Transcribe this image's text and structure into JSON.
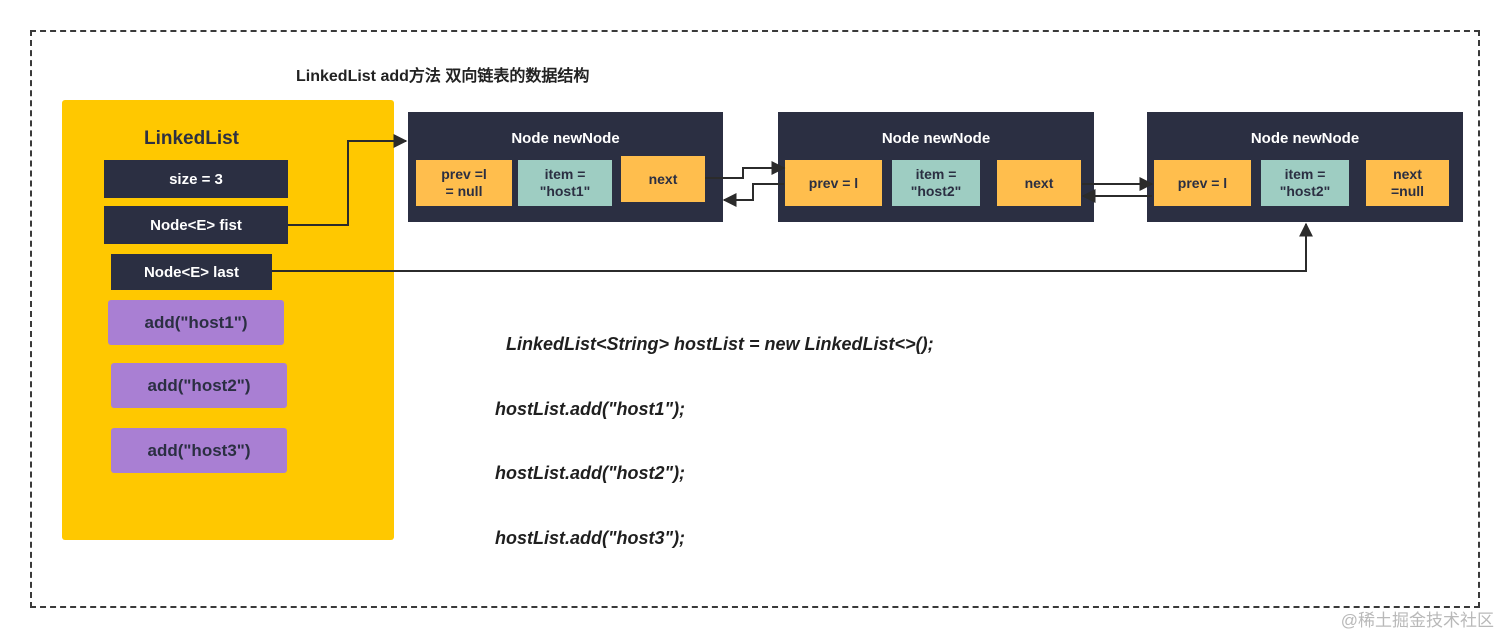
{
  "title": "LinkedList add方法  双向链表的数据结构",
  "linked_list": {
    "label": "LinkedList",
    "fields": [
      "size = 3",
      "Node<E> fist",
      "Node<E> last"
    ],
    "methods": [
      "add(\"host1\")",
      "add(\"host2\")",
      "add(\"host3\")"
    ]
  },
  "nodes": [
    {
      "title": "Node newNode",
      "prev": "prev =l\n= null",
      "item": "item =\n\"host1\"",
      "next": "next"
    },
    {
      "title": "Node newNode",
      "prev": "prev = l",
      "item": "item =\n\"host2\"",
      "next": "next"
    },
    {
      "title": "Node newNode",
      "prev": "prev = l",
      "item": "item =\n\"host2\"",
      "next": "next\n=null"
    }
  ],
  "code": [
    "LinkedList<String> hostList = new LinkedList<>();",
    "hostList.add(\"host1\");",
    "hostList.add(\"host2\");",
    "hostList.add(\"host3\");"
  ],
  "watermark": "@稀土掘金技术社区",
  "colors": {
    "panel": "#ffc800",
    "dark": "#2b2f42",
    "method": "#a97fd3",
    "orange": "#ffbe4d",
    "teal": "#9ecdc2"
  }
}
